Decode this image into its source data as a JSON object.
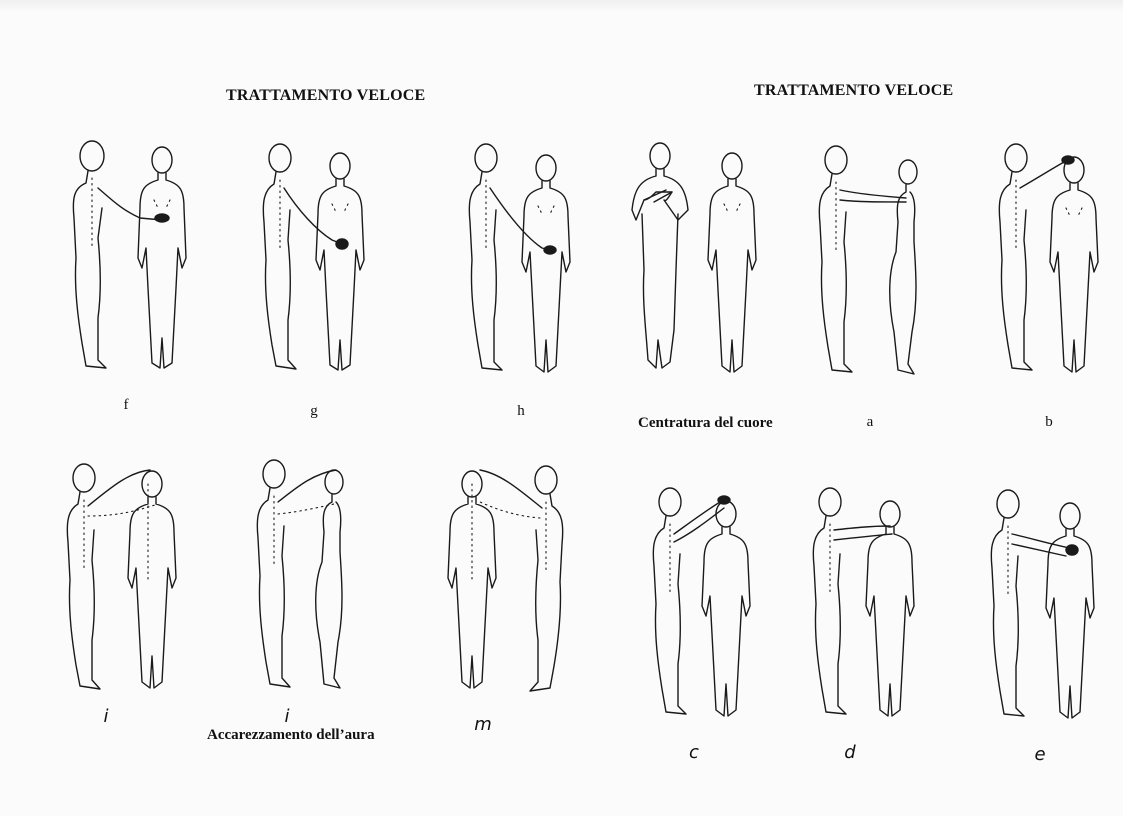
{
  "titles": {
    "left": "TRATTAMENTO VELOCE",
    "right": "TRATTAMENTO VELOCE"
  },
  "captions": {
    "heart_centering": "Centratura del cuore",
    "aura_stroking": "Accarezzamento dell’aura"
  },
  "figure_labels": {
    "f": "f",
    "g": "g",
    "h": "h",
    "a": "a",
    "b": "b",
    "i1": "i",
    "i2": "i",
    "m": "m",
    "c": "c",
    "d": "d",
    "e": "e"
  }
}
